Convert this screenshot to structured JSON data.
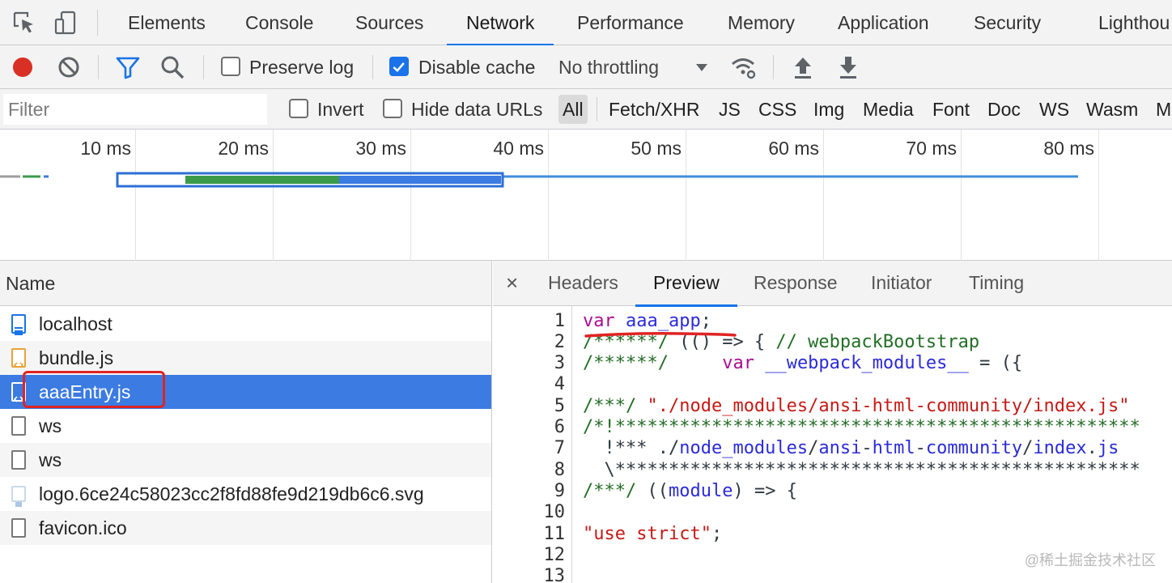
{
  "tabs": [
    "Elements",
    "Console",
    "Sources",
    "Network",
    "Performance",
    "Memory",
    "Application",
    "Security",
    "Lighthou"
  ],
  "active_tab": "Network",
  "toolbar": {
    "preserve_log_label": "Preserve log",
    "preserve_log_checked": false,
    "disable_cache_label": "Disable cache",
    "disable_cache_checked": true,
    "throttling": "No throttling"
  },
  "filter": {
    "placeholder": "Filter",
    "invert_label": "Invert",
    "hide_data_urls_label": "Hide data URLs",
    "types": [
      "All",
      "Fetch/XHR",
      "JS",
      "CSS",
      "Img",
      "Media",
      "Font",
      "Doc",
      "WS",
      "Wasm",
      "M"
    ],
    "active_type": "All"
  },
  "timeline": {
    "ticks": [
      "10 ms",
      "20 ms",
      "30 ms",
      "40 ms",
      "50 ms",
      "60 ms",
      "70 ms",
      "80 ms"
    ]
  },
  "requests": {
    "column_name": "Name",
    "items": [
      {
        "name": "localhost",
        "icon": "document-icon"
      },
      {
        "name": "bundle.js",
        "icon": "script-file-icon"
      },
      {
        "name": "aaaEntry.js",
        "icon": "script-file-icon",
        "selected": true
      },
      {
        "name": "ws",
        "icon": "websocket-file-icon"
      },
      {
        "name": "ws",
        "icon": "websocket-file-icon"
      },
      {
        "name": "logo.6ce24c58023cc2f8fd88fe9d219db6c6.svg",
        "icon": "image-file-icon"
      },
      {
        "name": "favicon.ico",
        "icon": "generic-file-icon"
      }
    ]
  },
  "detail": {
    "close": "×",
    "tabs": [
      "Headers",
      "Preview",
      "Response",
      "Initiator",
      "Timing"
    ],
    "active_tab": "Preview"
  },
  "code": {
    "line_numbers": [
      "1",
      "2",
      "3",
      "4",
      "5",
      "6",
      "7",
      "8",
      "9",
      "10",
      "11",
      "12",
      "13"
    ],
    "lines": [
      "var aaa_app;",
      "/******/ (() => { // webpackBootstrap",
      "/******/ \tvar __webpack_modules__ = ({",
      "",
      "/***/ \"./node_modules/ansi-html-community/index.js\"",
      "/*!*************************************************",
      "  !*** ./node_modules/ansi-html-community/index.js",
      "  \\*************************************************",
      "/***/ ((module) => {",
      "",
      "\"use strict\";",
      "",
      ""
    ]
  },
  "watermark": "@稀土掘金技术社区",
  "colors": {
    "accent": "#1a73e8",
    "selection": "#3b7be2",
    "record": "#d93025",
    "annotation": "#e02323"
  }
}
